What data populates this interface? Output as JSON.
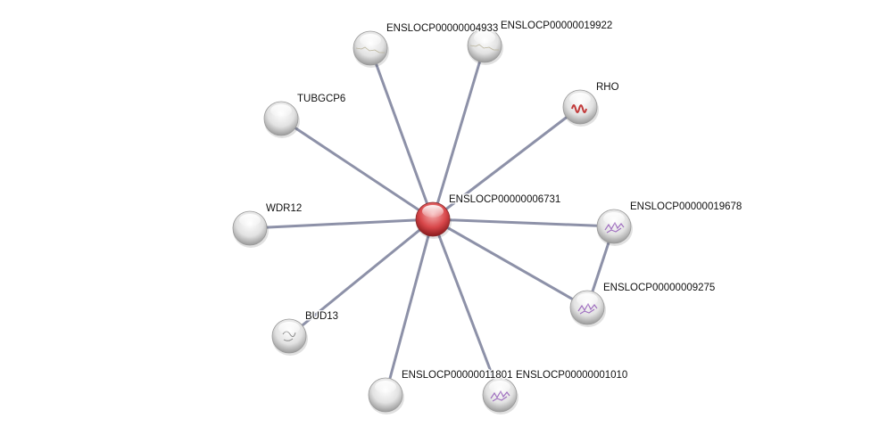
{
  "network": {
    "center": {
      "id": "ENSLOCP00000006731",
      "color": "#d8474a"
    },
    "nodes": [
      {
        "id": "ENSLOCP00000004933",
        "structure": "none-line"
      },
      {
        "id": "ENSLOCP00000019922",
        "structure": "none-line"
      },
      {
        "id": "RHO",
        "structure": "helix-red"
      },
      {
        "id": "TUBGCP6",
        "structure": "none"
      },
      {
        "id": "WDR12",
        "structure": "none"
      },
      {
        "id": "ENSLOCP00000019678",
        "structure": "purple"
      },
      {
        "id": "ENSLOCP00000009275",
        "structure": "purple"
      },
      {
        "id": "BUD13",
        "structure": "grey"
      },
      {
        "id": "ENSLOCP00000011801",
        "structure": "none"
      },
      {
        "id": "ENSLOCP00000001010",
        "structure": "purple"
      }
    ],
    "edges": [
      [
        "ENSLOCP00000006731",
        "ENSLOCP00000004933"
      ],
      [
        "ENSLOCP00000006731",
        "ENSLOCP00000019922"
      ],
      [
        "ENSLOCP00000006731",
        "RHO"
      ],
      [
        "ENSLOCP00000006731",
        "TUBGCP6"
      ],
      [
        "ENSLOCP00000006731",
        "WDR12"
      ],
      [
        "ENSLOCP00000006731",
        "ENSLOCP00000019678"
      ],
      [
        "ENSLOCP00000006731",
        "ENSLOCP00000009275"
      ],
      [
        "ENSLOCP00000006731",
        "BUD13"
      ],
      [
        "ENSLOCP00000006731",
        "ENSLOCP00000011801"
      ],
      [
        "ENSLOCP00000006731",
        "ENSLOCP00000001010"
      ],
      [
        "ENSLOCP00000019678",
        "ENSLOCP00000009275"
      ]
    ],
    "edge_color": "#8d91a8"
  }
}
